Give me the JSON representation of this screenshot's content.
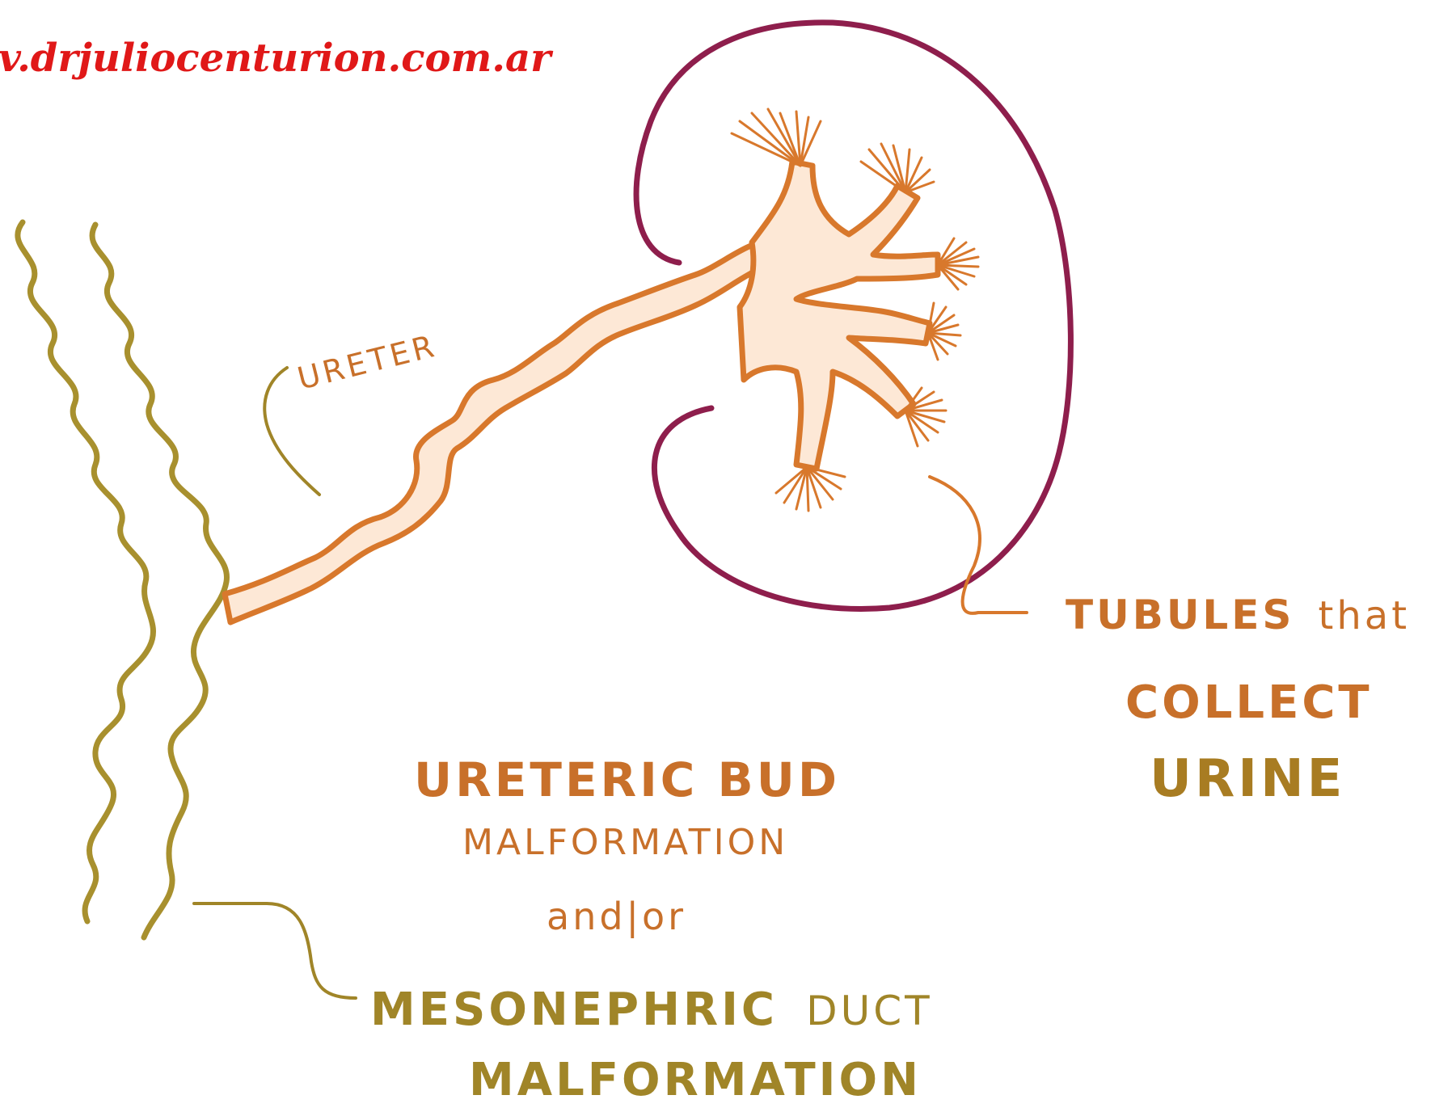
{
  "watermark": "v.drjuliocenturion.com.ar",
  "labels": {
    "ureter": "URETER",
    "tubules_line1_main": "TUBULES",
    "tubules_line1_small": "that",
    "tubules_line2": "COLLECT",
    "tubules_line3": "URINE",
    "bud_line1": "URETERIC BUD",
    "bud_line2": "MALFORMATION",
    "connector": "and|or",
    "duct_line1_main": "MESONEPHRIC",
    "duct_line1_small": "DUCT",
    "duct_line2": "MALFORMATION"
  },
  "colors": {
    "watermark": "#e01818",
    "ureter_outline": "#d8782c",
    "ureter_fill": "#fde8d6",
    "kidney_outline": "#8e1e4c",
    "duct": "#a8902e",
    "label_orange": "#c8702a",
    "label_brown": "#a87c22",
    "label_olive": "#a08528"
  }
}
